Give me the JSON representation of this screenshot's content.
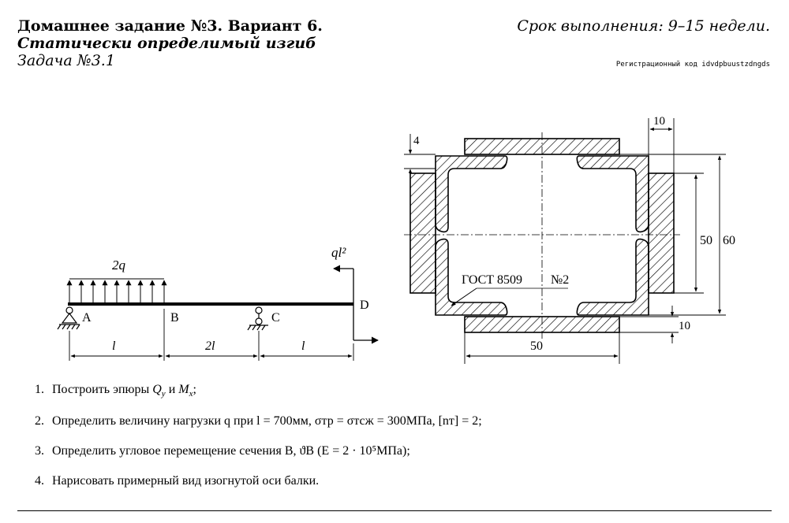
{
  "header": {
    "title": "Домашнее задание №3. Вариант 6.",
    "subtitle": "Статически определимый изгиб",
    "task": "Задача №3.1",
    "deadline": "Срок выполнения: 9–15 недели.",
    "regcode": "Регистрационный код idvdpbuustzdngds"
  },
  "beam": {
    "load_label": "2q",
    "moment_label": "ql²",
    "points": [
      "A",
      "B",
      "C",
      "D"
    ],
    "spans": [
      "l",
      "2l",
      "l"
    ]
  },
  "section": {
    "gost_label": "ГОСТ 8509",
    "profile_number": "№2",
    "dims": {
      "top_gap": "4",
      "flange_thickness": "10",
      "inner_height": "50",
      "outer_height": "60",
      "bottom_gap": "10",
      "width": "50"
    }
  },
  "tasks": [
    {
      "num": "1.",
      "pre": "Построить эпюры ",
      "mid": "Q",
      "sub1": "y",
      "mid2": " и ",
      "m2": "M",
      "sub2": "x",
      "post": ";"
    },
    {
      "num": "2.",
      "text": "Определить величину нагрузки q при l = 700мм, σтр = σтсж = 300МПа, [nт] = 2;"
    },
    {
      "num": "3.",
      "text": "Определить угловое перемещение сечения B, ϑB (E = 2 · 10⁵МПа);"
    },
    {
      "num": "4.",
      "text": "Нарисовать примерный вид изогнутой оси балки."
    }
  ]
}
